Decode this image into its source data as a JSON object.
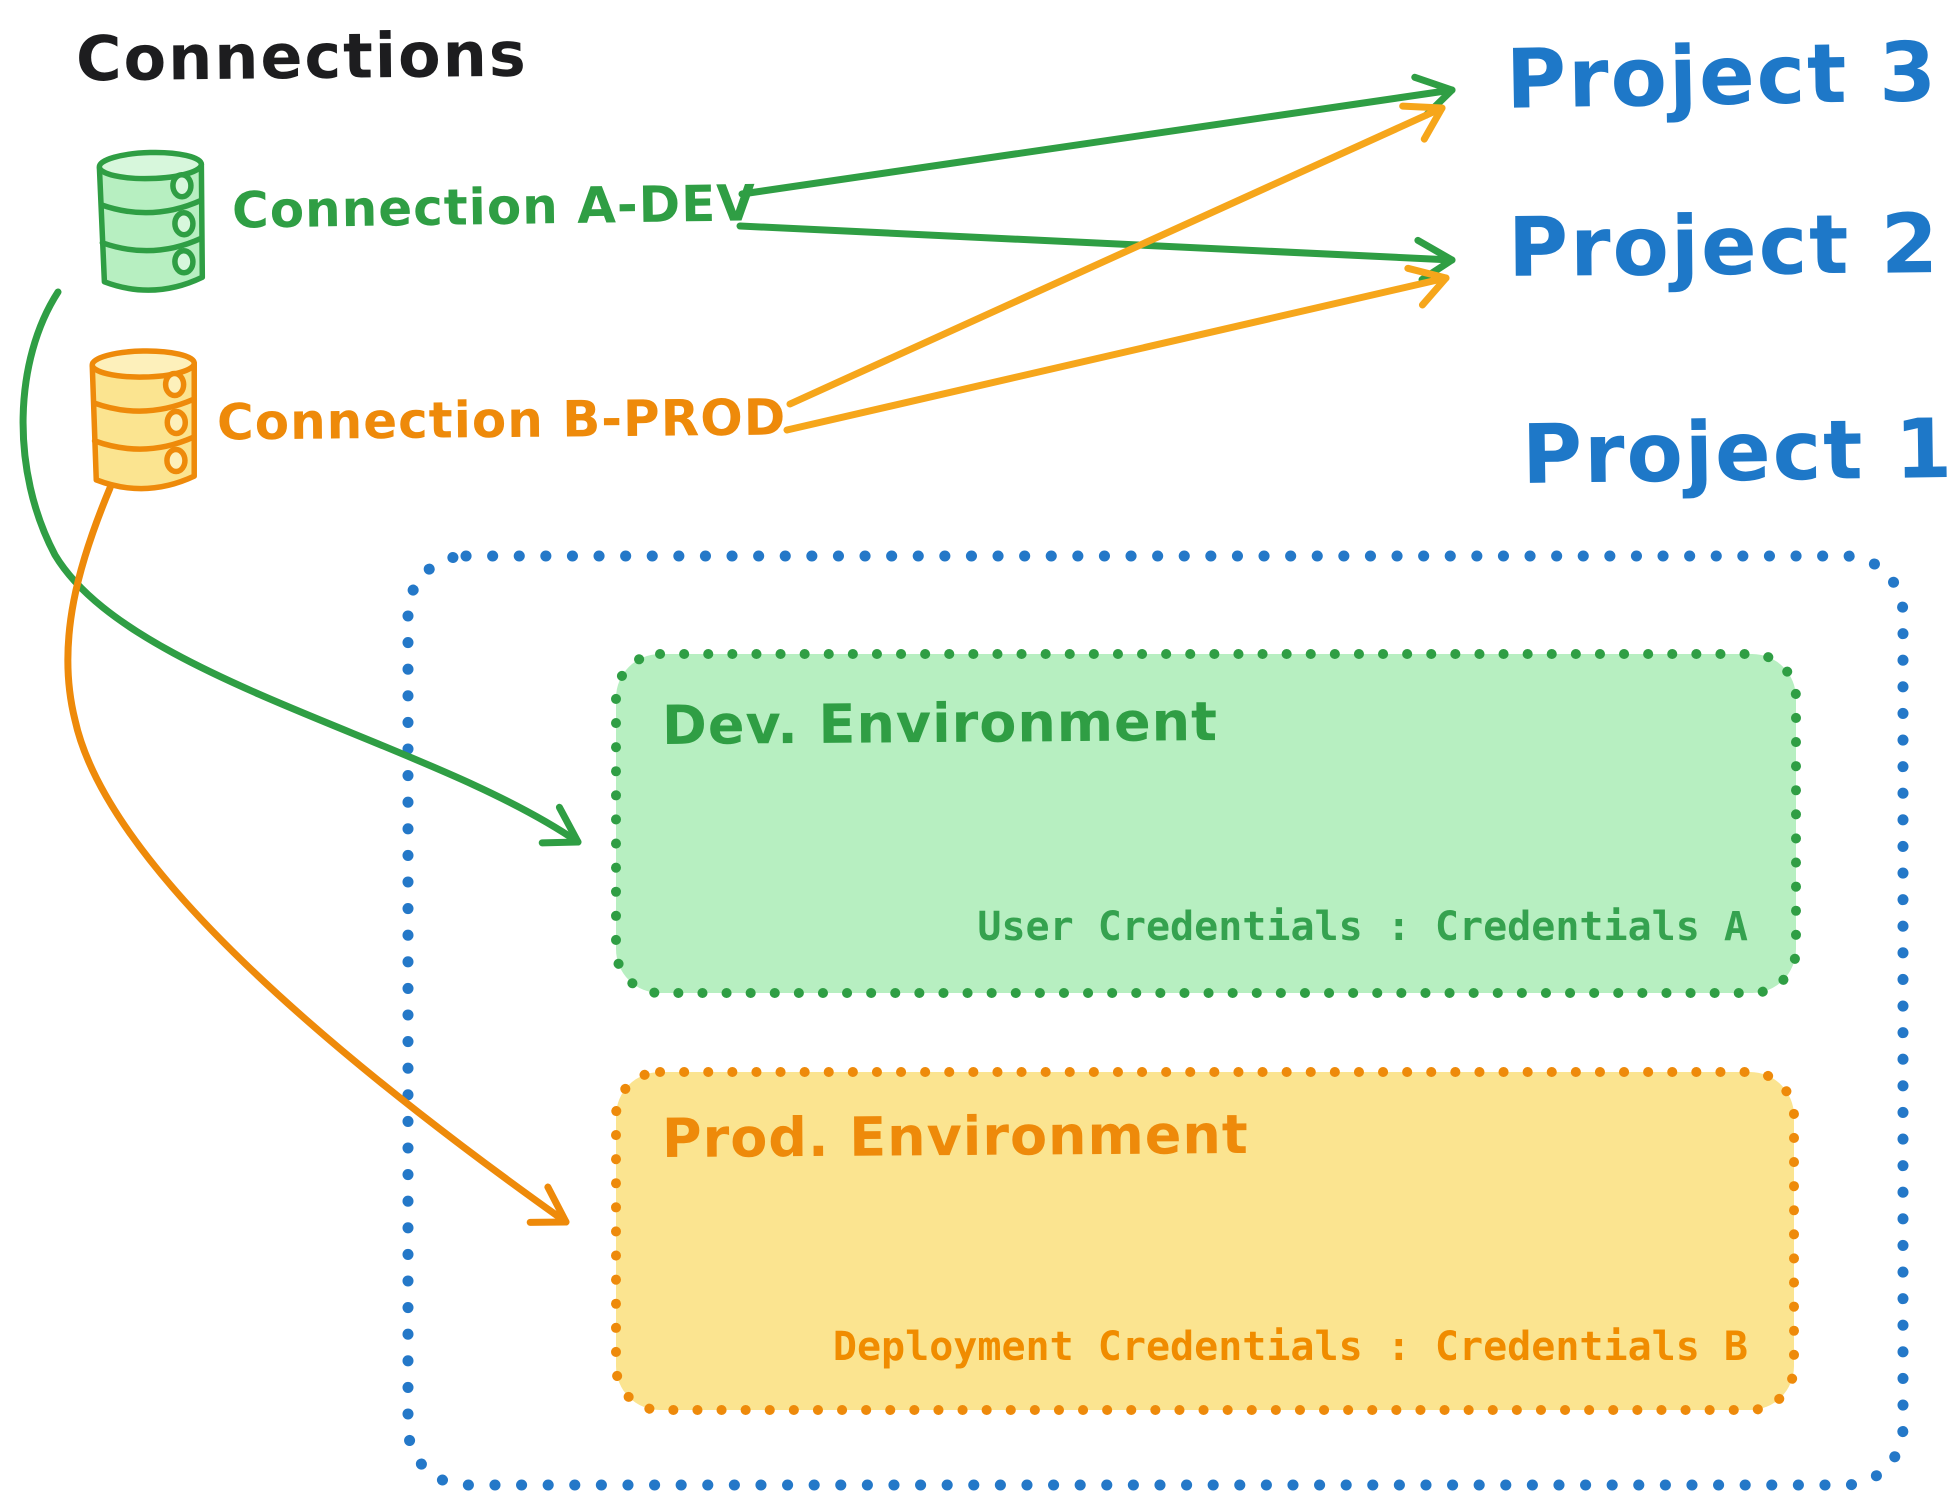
{
  "title": "Connections",
  "connections": [
    {
      "id": "a-dev",
      "label": "Connection A-DEV",
      "color": "#2f9e44",
      "icon": "database-cylinder"
    },
    {
      "id": "b-prod",
      "label": "Connection B-PROD",
      "color": "#ee8a0a",
      "icon": "database-cylinder"
    }
  ],
  "projects": [
    {
      "label": "Project 3"
    },
    {
      "label": "Project 2"
    },
    {
      "label": "Project 1"
    }
  ],
  "project1": {
    "environments": [
      {
        "name": "Dev. Environment",
        "credentials": "User Credentials : Credentials A",
        "accent": "#2f9e44",
        "fill": "#b7efc1"
      },
      {
        "name": "Prod. Environment",
        "credentials": "Deployment Credentials : Credentials B",
        "accent": "#ee8a0a",
        "fill": "#fbe490"
      }
    ]
  },
  "edges": [
    {
      "from": "Connection A-DEV",
      "to": "Project 3",
      "color": "#2f9e44"
    },
    {
      "from": "Connection A-DEV",
      "to": "Project 2",
      "color": "#2f9e44"
    },
    {
      "from": "Connection A-DEV",
      "to": "Dev. Environment",
      "color": "#2f9e44"
    },
    {
      "from": "Connection B-PROD",
      "to": "Project 3",
      "color": "#f6a61b"
    },
    {
      "from": "Connection B-PROD",
      "to": "Project 2",
      "color": "#f6a61b"
    },
    {
      "from": "Connection B-PROD",
      "to": "Prod. Environment",
      "color": "#ee8a0a"
    }
  ],
  "colors": {
    "blue": "#2478c8",
    "green": "#2f9e44",
    "orange": "#ee8a0a",
    "arrow_orange": "#f6a61b",
    "text_dark": "#1d1d1f"
  }
}
